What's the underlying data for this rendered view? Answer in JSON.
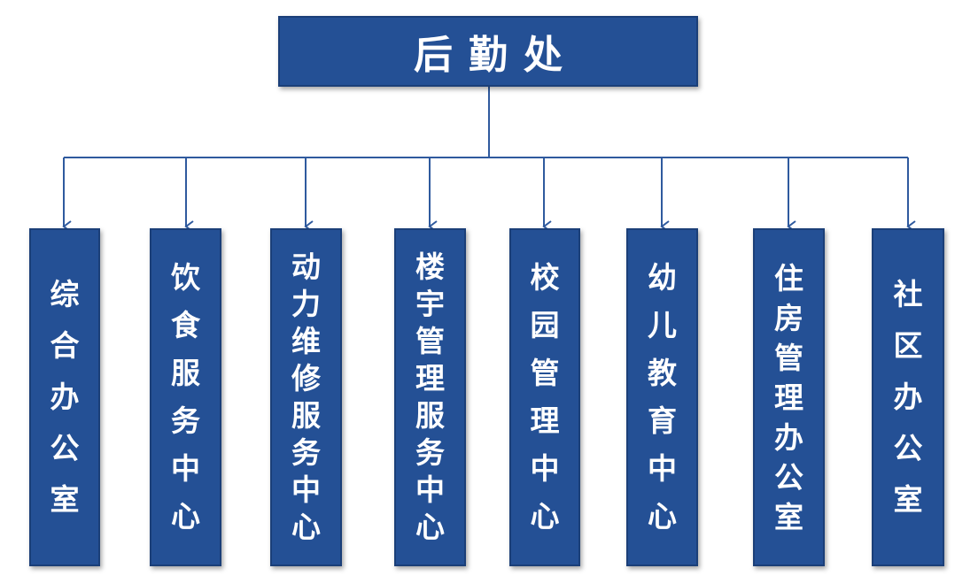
{
  "root": {
    "label": "后勤处"
  },
  "departments": [
    {
      "label": "综合办公室"
    },
    {
      "label": "饮食服务中心"
    },
    {
      "label": "动力维修服务中心"
    },
    {
      "label": "楼宇管理服务中心"
    },
    {
      "label": "校园管理中心"
    },
    {
      "label": "幼儿教育中心"
    },
    {
      "label": "住房管理办公室"
    },
    {
      "label": "社区办公室"
    }
  ],
  "colors": {
    "box_fill": "#245095",
    "box_border": "#1b3f78",
    "connector": "#2f5a9e",
    "text": "#ffffff"
  }
}
